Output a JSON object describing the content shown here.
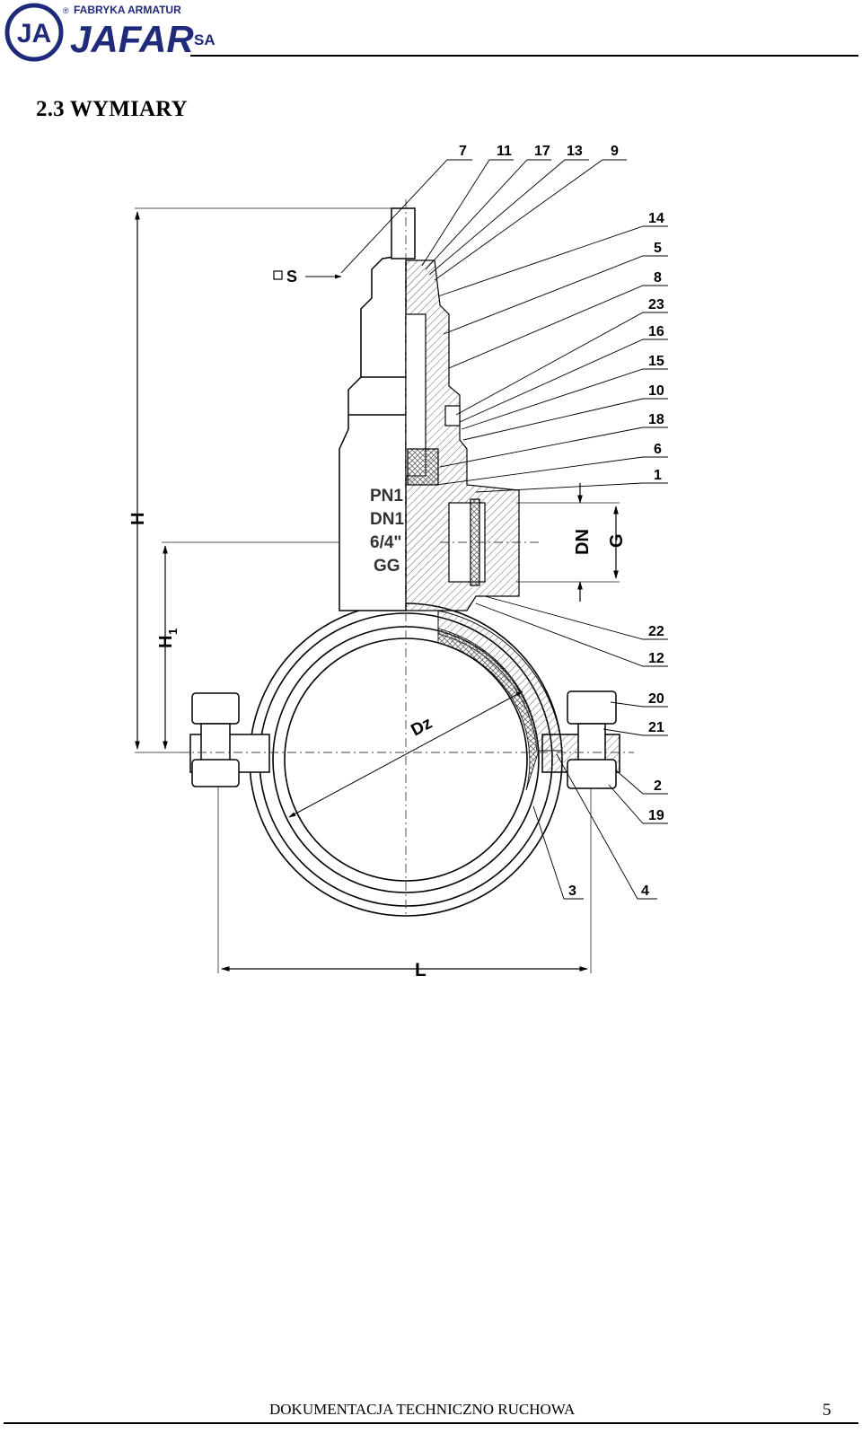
{
  "header": {
    "company_name": "FABRYKA ARMATUR",
    "brand": "JAFAR",
    "brand_suffix": "SA",
    "registered_mark": "®",
    "monogram": "JA"
  },
  "section": {
    "title": "2.3 WYMIARY"
  },
  "drawing": {
    "callouts_top": [
      "7",
      "11",
      "17",
      "13",
      "9"
    ],
    "callouts_right": [
      "14",
      "5",
      "8",
      "23",
      "16",
      "15",
      "10",
      "18",
      "6",
      "1",
      "22",
      "12",
      "20",
      "21",
      "2",
      "19"
    ],
    "callouts_bottom": [
      "3",
      "4"
    ],
    "dimension_labels": {
      "h": "H",
      "h1": "H",
      "h1_sub": "1",
      "l": "L",
      "dn": "DN",
      "g": "G",
      "dz": "Dz",
      "s": "S"
    },
    "body_marking": [
      "PN1",
      "DN1",
      "6/4\"",
      "GG"
    ]
  },
  "footer": {
    "document_label": "DOKUMENTACJA TECHNICZNO RUCHOWA",
    "page_number": "5"
  }
}
